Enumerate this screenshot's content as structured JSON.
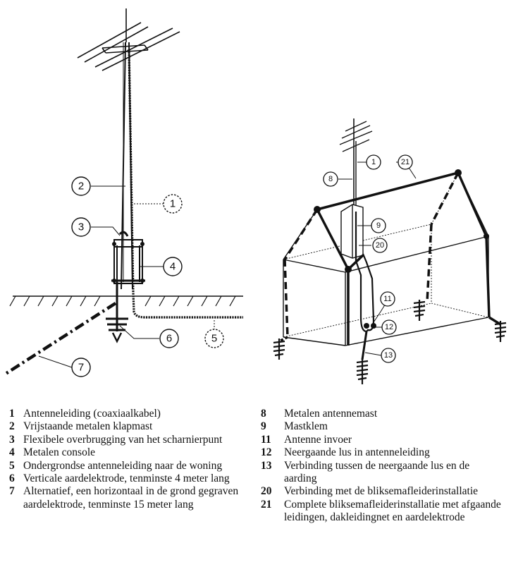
{
  "callouts": {
    "left": [
      "2",
      "1",
      "3",
      "4",
      "6",
      "5",
      "7"
    ],
    "right": [
      "1",
      "21",
      "8",
      "9",
      "20",
      "11",
      "12",
      "13"
    ]
  },
  "legend": {
    "left": [
      {
        "num": "1",
        "text": "Antenneleiding (coaxiaalkabel)"
      },
      {
        "num": "2",
        "text": "Vrijstaande metalen klapmast"
      },
      {
        "num": "3",
        "text": "Flexibele overbrugging van het scharnierpunt"
      },
      {
        "num": "4",
        "text": "Metalen console"
      },
      {
        "num": "5",
        "text": "Ondergrondse antenneleiding naar de woning"
      },
      {
        "num": "6",
        "text": "Verticale aardelektrode, tenminste 4 meter lang"
      },
      {
        "num": "7",
        "text": "Alternatief, een horizontaal in de grond gegraven aardelektrode, tenminste 15 meter lang"
      }
    ],
    "right": [
      {
        "num": "8",
        "text": "Metalen antennemast"
      },
      {
        "num": "9",
        "text": "Mastklem"
      },
      {
        "num": "11",
        "text": "Antenne invoer"
      },
      {
        "num": "12",
        "text": "Neergaande lus in antenneleiding"
      },
      {
        "num": "13",
        "text": "Verbinding tussen de neergaande lus en de aarding"
      },
      {
        "num": "20",
        "text": "Verbinding met de bliksemafleiderinstallatie"
      },
      {
        "num": "21",
        "text": "Complete bliksemafleiderinstallatie met afgaande leidingen, dakleidingnet en aardelektrode"
      }
    ]
  }
}
